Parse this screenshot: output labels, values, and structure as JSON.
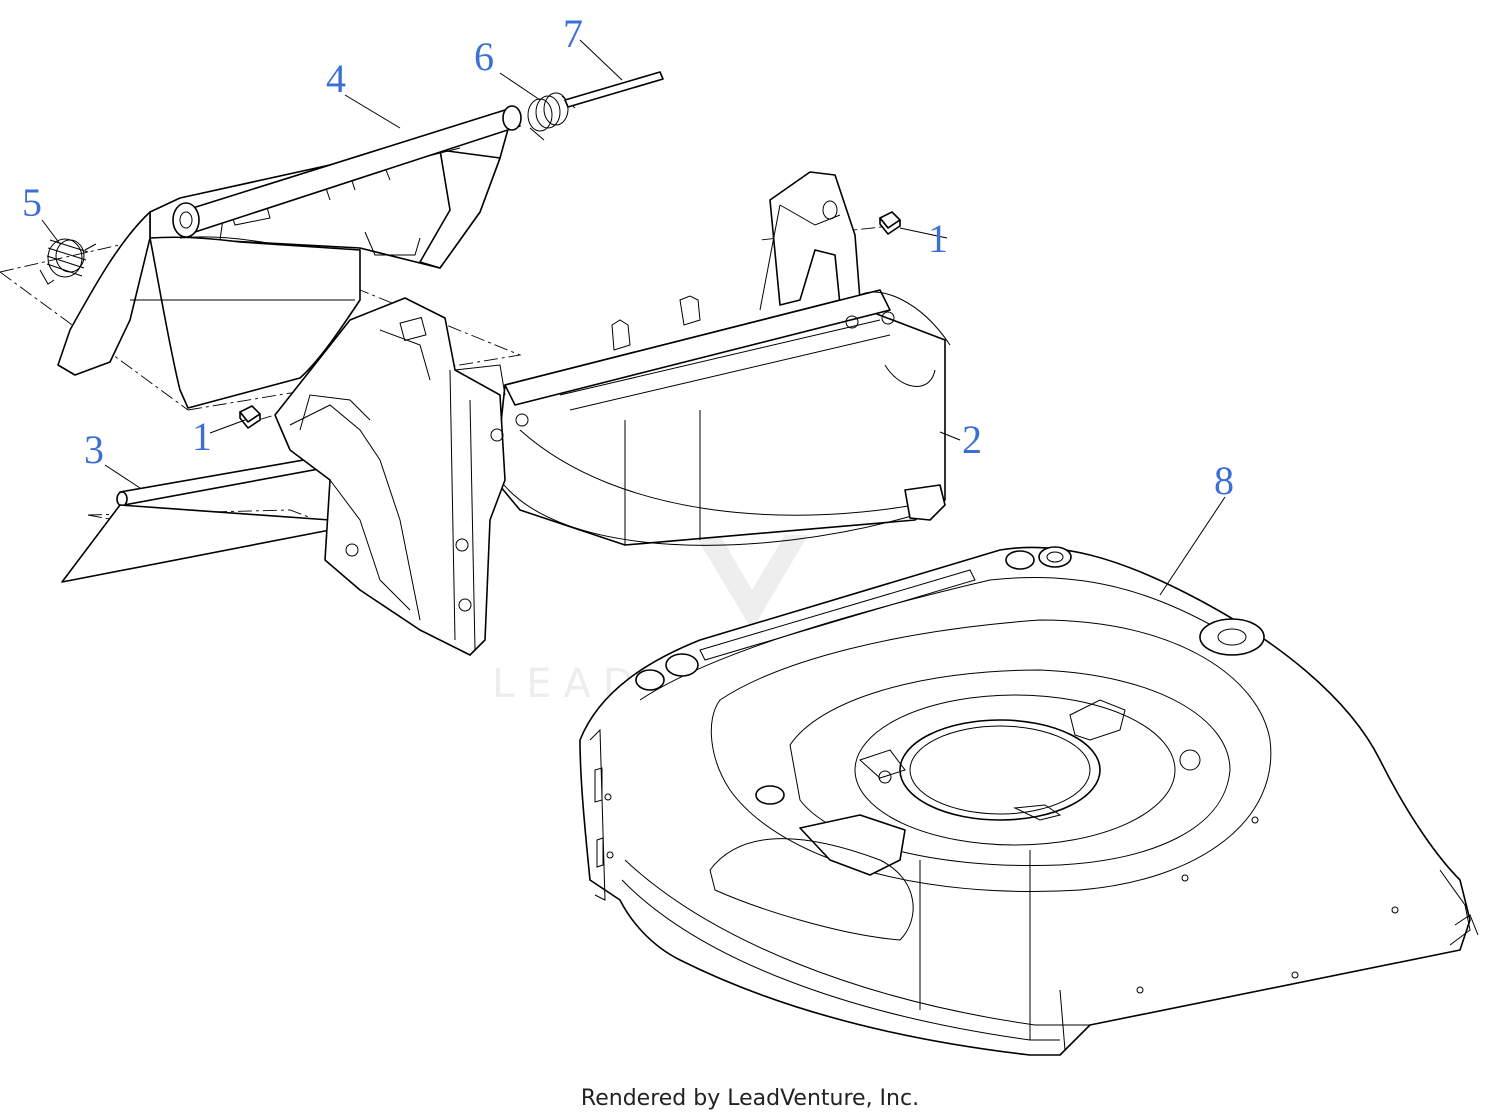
{
  "callouts": [
    {
      "id": "1a",
      "label": "1"
    },
    {
      "id": "1b",
      "label": "1"
    },
    {
      "id": "2",
      "label": "2"
    },
    {
      "id": "3",
      "label": "3"
    },
    {
      "id": "4",
      "label": "4"
    },
    {
      "id": "5",
      "label": "5"
    },
    {
      "id": "6",
      "label": "6"
    },
    {
      "id": "7",
      "label": "7"
    },
    {
      "id": "8",
      "label": "8"
    }
  ],
  "watermark": {
    "text": "LEADVENTURE"
  },
  "footer": {
    "text": "Rendered by LeadVenture, Inc."
  },
  "colors": {
    "callout": "#3b6fd4",
    "line": "#000000",
    "watermark": "#eeeeee"
  }
}
